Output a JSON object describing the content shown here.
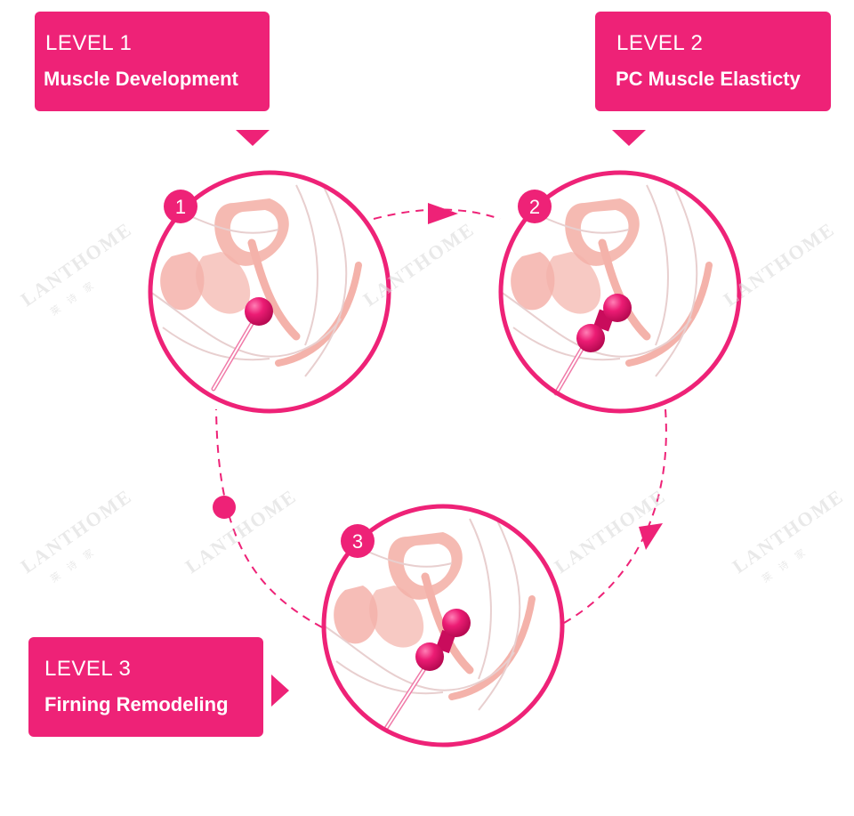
{
  "levels": [
    {
      "number": "1",
      "title": "LEVEL 1",
      "description": "Muscle Development"
    },
    {
      "number": "2",
      "title": "LEVEL 2",
      "description": "PC Muscle Elasticty"
    },
    {
      "number": "3",
      "title": "LEVEL 3",
      "description": "Firning Remodeling"
    }
  ],
  "watermark": {
    "brand": "LANTHOME",
    "sub": "莱 诗 家"
  },
  "colors": {
    "accent": "#ee2277",
    "anatomy": "#f2a7a0",
    "line": "#e9cfcf",
    "ball": "#e8126a"
  }
}
